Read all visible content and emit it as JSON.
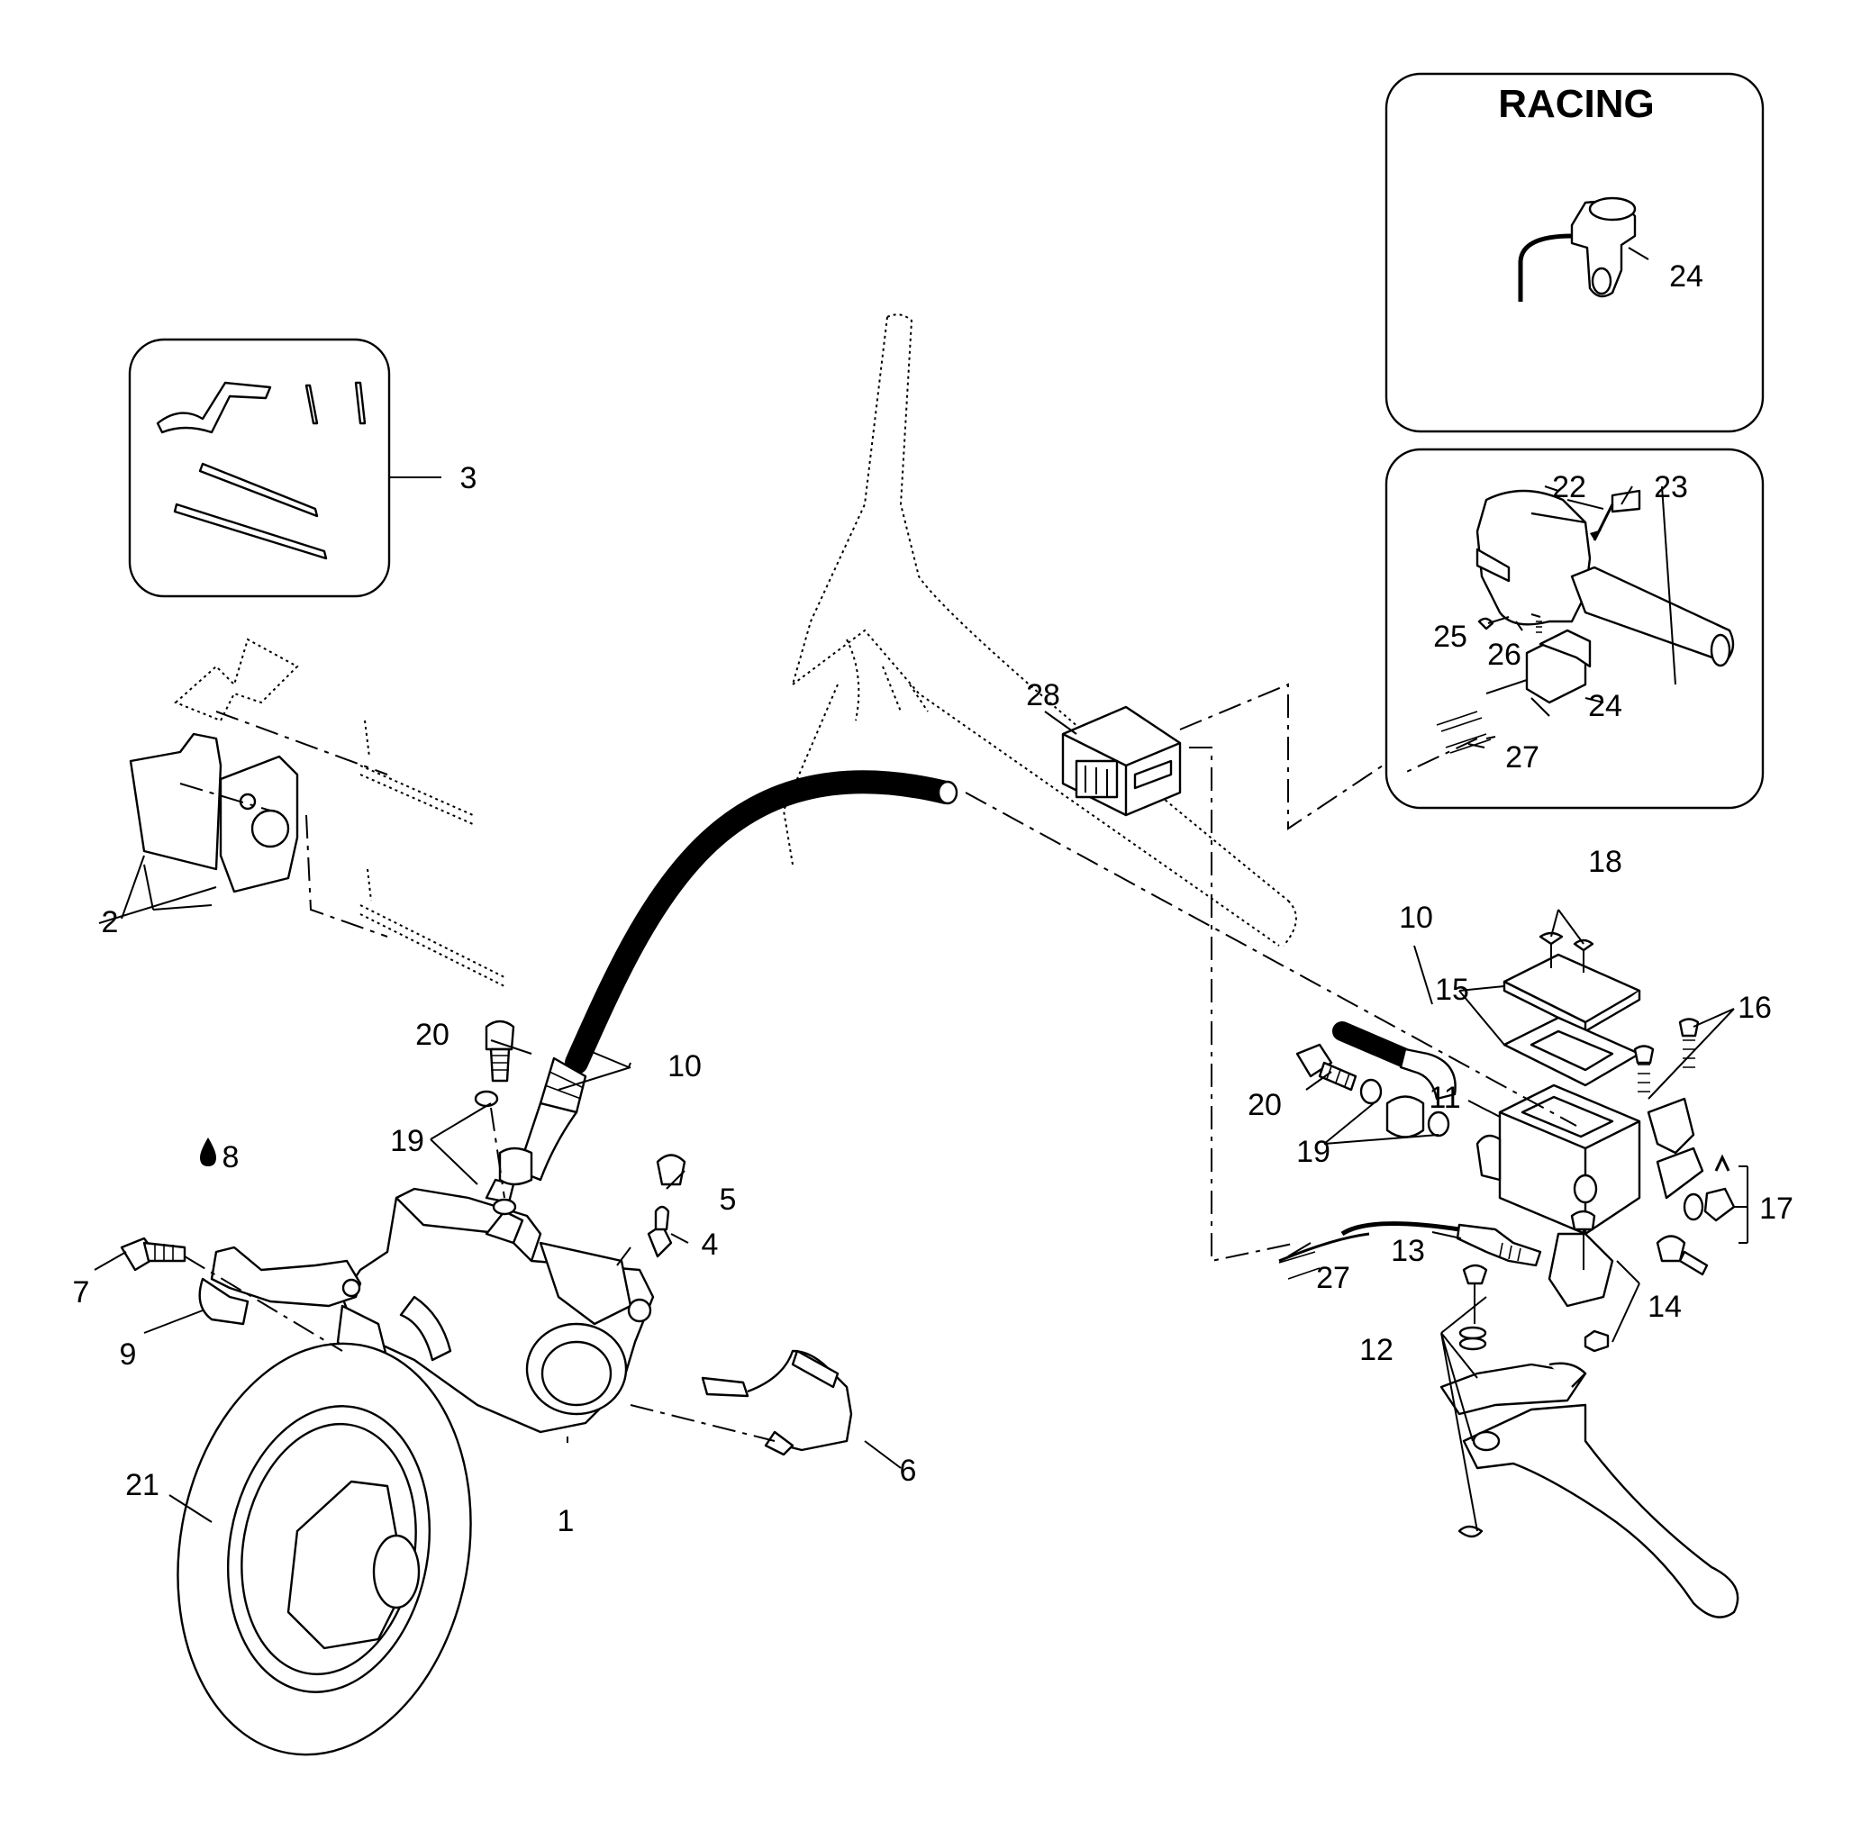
{
  "diagram": {
    "racing_label": "RACING",
    "callouts": {
      "c1": "1",
      "c2": "2",
      "c3": "3",
      "c4": "4",
      "c5": "5",
      "c6": "6",
      "c7": "7",
      "c8": "8",
      "c9": "9",
      "c10a": "10",
      "c10b": "10",
      "c11": "11",
      "c12": "12",
      "c13": "13",
      "c14": "14",
      "c15": "15",
      "c16": "16",
      "c17": "17",
      "c18": "18",
      "c19a": "19",
      "c19b": "19",
      "c20a": "20",
      "c20b": "20",
      "c21": "21",
      "c22": "22",
      "c23": "23",
      "c24a": "24",
      "c24b": "24",
      "c25": "25",
      "c26": "26",
      "c27a": "27",
      "c27b": "27",
      "c28": "28"
    }
  }
}
